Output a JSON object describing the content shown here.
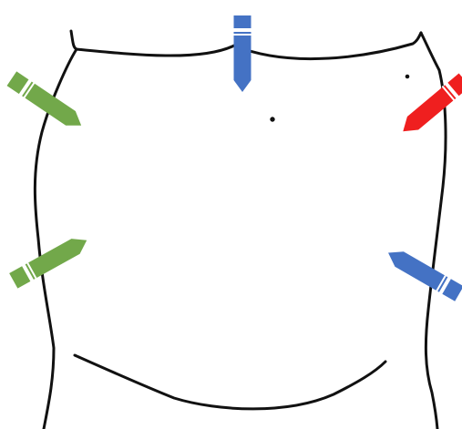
{
  "figure": {
    "colors": {
      "outline": "#111111",
      "green": "#72a84a",
      "blue": "#4472c4",
      "red": "#ef1f1f",
      "white": "#ffffff"
    },
    "markers": [
      {
        "name": "top-center-blue-pencil-marker",
        "icon": "pencil-icon",
        "color": "blue"
      },
      {
        "name": "upper-left-green-pencil-marker",
        "icon": "pencil-icon",
        "color": "green"
      },
      {
        "name": "upper-right-red-pencil-marker",
        "icon": "pencil-icon",
        "color": "red"
      },
      {
        "name": "lower-left-green-pencil-marker",
        "icon": "pencil-icon",
        "color": "green"
      },
      {
        "name": "lower-right-blue-pencil-marker",
        "icon": "pencil-icon",
        "color": "blue"
      }
    ]
  }
}
